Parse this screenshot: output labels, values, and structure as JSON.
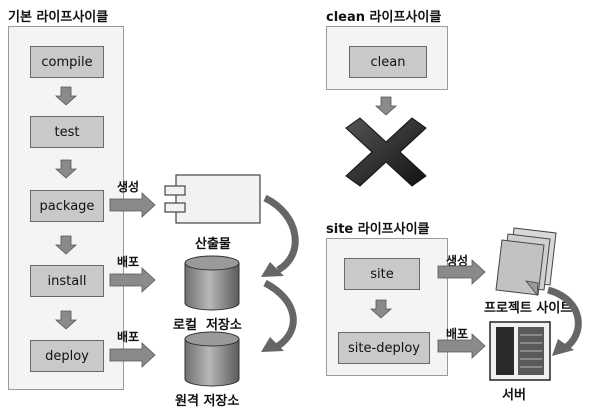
{
  "default_lifecycle": {
    "title": "기본 라이프사이클",
    "phases": [
      "compile",
      "test",
      "package",
      "install",
      "deploy"
    ],
    "generate_label": "생성",
    "deploy_label_1": "배포",
    "deploy_label_2": "배포",
    "artifact_label": "산출물",
    "local_repo_label": "로컬  저장소",
    "remote_repo_label": "원격 저장소"
  },
  "clean_lifecycle": {
    "title": "clean 라이프사이클",
    "phase": "clean"
  },
  "site_lifecycle": {
    "title": "site 라이프사이클",
    "phases": [
      "site",
      "site-deploy"
    ],
    "generate_label": "생성",
    "deploy_label": "배포",
    "project_site_label": "프로젝트 사이트",
    "server_label": "서버"
  },
  "colors": {
    "phase_fill": "#c9c9c9",
    "arrow_fill": "#8a8a8a",
    "x_mark": "#2a2a2a"
  }
}
